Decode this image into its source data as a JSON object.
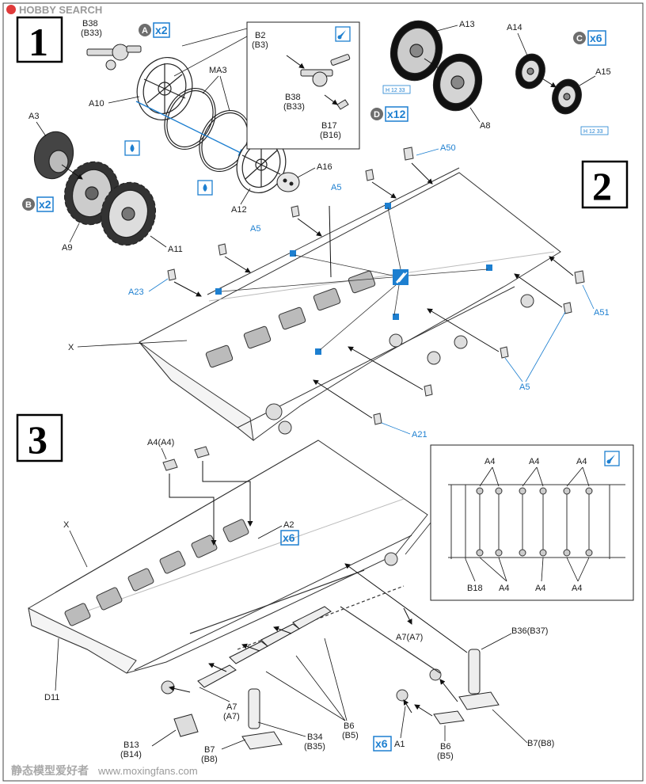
{
  "watermark": {
    "logo_text": "HOBBY SEARCH",
    "bottom_cn": "静态模型爱好者",
    "bottom_url": "www.moxingfans.com"
  },
  "steps": [
    {
      "number": "1"
    },
    {
      "number": "2"
    },
    {
      "number": "3"
    }
  ],
  "badges": {
    "a": {
      "letter": "A",
      "count": "x2"
    },
    "b": {
      "letter": "B",
      "count": "x2"
    },
    "c": {
      "letter": "C",
      "count": "x6"
    },
    "d": {
      "letter": "D",
      "count": "x12"
    },
    "a2_count": "x6",
    "a1_count": "x6",
    "h12_33": "H 12 33"
  },
  "step1_labels": {
    "b38": "B38",
    "b38_alt": "(B33)",
    "a10": "A10",
    "ma3": "MA3",
    "a3": "A3",
    "a9": "A9",
    "a11": "A11",
    "a12": "A12",
    "a16": "A16",
    "inset_b2": "B2",
    "inset_b2_alt": "(B3)",
    "inset_b38": "B38",
    "inset_b38_alt": "(B33)",
    "inset_b17": "B17",
    "inset_b17_alt": "(B16)",
    "a13": "A13",
    "a8": "A8",
    "a14": "A14",
    "a15": "A15"
  },
  "step2_labels": {
    "a50": "A50",
    "a5_1": "A5",
    "a5_2": "A5",
    "a23": "A23",
    "x": "X",
    "a51": "A51",
    "a5_3": "A5",
    "a21": "A21"
  },
  "step3_labels": {
    "a4_top": "A4(A4)",
    "x": "X",
    "a2": "A2",
    "d11": "D11",
    "a7a7_right": "A7(A7)",
    "b36": "B36(B37)",
    "a7_left": "A7",
    "a7_left_alt": "(A7)",
    "b6": "B6",
    "b6_alt": "(B5)",
    "b34": "B34",
    "b34_alt": "(B35)",
    "b13": "B13",
    "b13_alt": "(B14)",
    "b7": "B7",
    "b7_alt": "(B8)",
    "a1": "A1",
    "b6b": "B6",
    "b6b_alt": "(B5)",
    "b7b8": "B7(B8)"
  },
  "inset3_labels": {
    "a4_1": "A4",
    "a4_2": "A4",
    "a4_3": "A4",
    "b18": "B18",
    "a4_4": "A4",
    "a4_5": "A4",
    "a4_6": "A4"
  }
}
